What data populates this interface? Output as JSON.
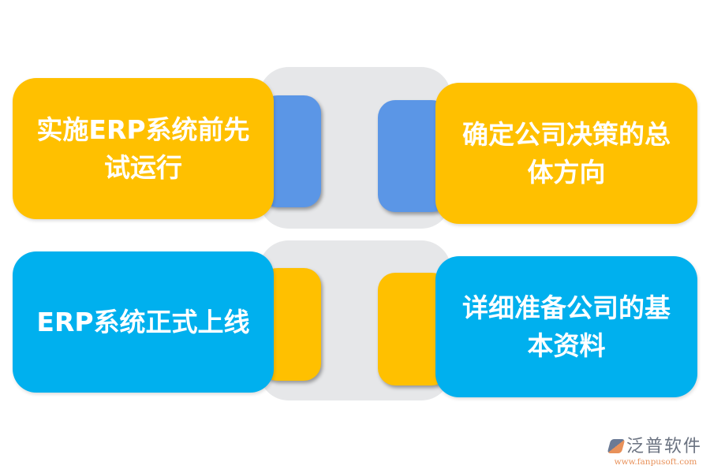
{
  "cards": [
    {
      "text": "实施ERP系统前先试运行",
      "color": "#FFC000"
    },
    {
      "text": "确定公司决策的总体方向",
      "color": "#FFC000"
    },
    {
      "text": "ERP系统正式上线",
      "color": "#00B0EE"
    },
    {
      "text": "详细准备公司的基本资料",
      "color": "#00B0EE"
    }
  ],
  "colors": {
    "yellow": "#FFC000",
    "blue_tab": "#5B96E6",
    "cyan": "#00B0EE",
    "grey": "#E6E7E9"
  },
  "logo": {
    "name": "泛普软件",
    "url": "www.fanpusoft.com"
  }
}
